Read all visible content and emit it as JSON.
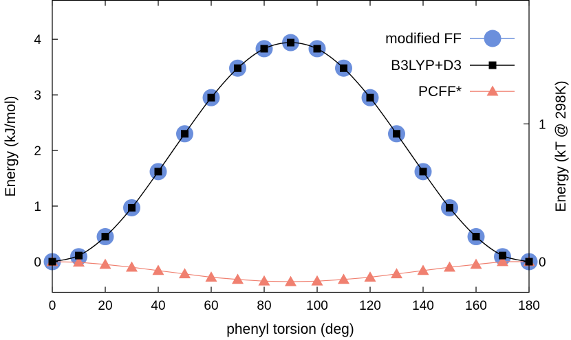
{
  "chart_data": {
    "type": "line",
    "xlabel": "phenyl torsion (deg)",
    "ylabel": "Energy (kJ/mol)",
    "y2label": "Energy (kT @ 298K)",
    "xlim": [
      0,
      180
    ],
    "ylim": [
      -0.55,
      4.7
    ],
    "xticks": [
      0,
      20,
      40,
      60,
      80,
      100,
      120,
      140,
      160,
      180
    ],
    "yticks": [
      0,
      1,
      2,
      3,
      4
    ],
    "y2ticks": [
      {
        "label": "0",
        "value_kjmol": 0
      },
      {
        "label": "1",
        "value_kjmol": 2.4777
      }
    ],
    "grid": false,
    "legend_position": "top-right",
    "x": [
      0,
      10,
      20,
      30,
      40,
      50,
      60,
      70,
      80,
      90,
      100,
      110,
      120,
      130,
      140,
      150,
      160,
      170,
      180
    ],
    "series": [
      {
        "name": "modified FF",
        "color": "#6b8fdc",
        "marker": "circle",
        "values": [
          0.0,
          0.09,
          0.45,
          0.97,
          1.62,
          2.3,
          2.95,
          3.48,
          3.83,
          3.94,
          3.83,
          3.48,
          2.95,
          2.3,
          1.62,
          0.97,
          0.45,
          0.09,
          0.0
        ]
      },
      {
        "name": "B3LYP+D3",
        "color": "#000000",
        "marker": "square",
        "values": [
          0.0,
          0.11,
          0.45,
          0.97,
          1.62,
          2.3,
          2.95,
          3.48,
          3.83,
          3.94,
          3.83,
          3.48,
          2.95,
          2.3,
          1.62,
          0.97,
          0.45,
          0.11,
          0.0
        ]
      },
      {
        "name": "PCFF*",
        "color": "#f08070",
        "marker": "triangle",
        "values": [
          0.0,
          -0.01,
          -0.05,
          -0.1,
          -0.16,
          -0.22,
          -0.28,
          -0.32,
          -0.35,
          -0.36,
          -0.35,
          -0.32,
          -0.28,
          -0.22,
          -0.16,
          -0.1,
          -0.05,
          0.0,
          0.0
        ]
      }
    ]
  }
}
